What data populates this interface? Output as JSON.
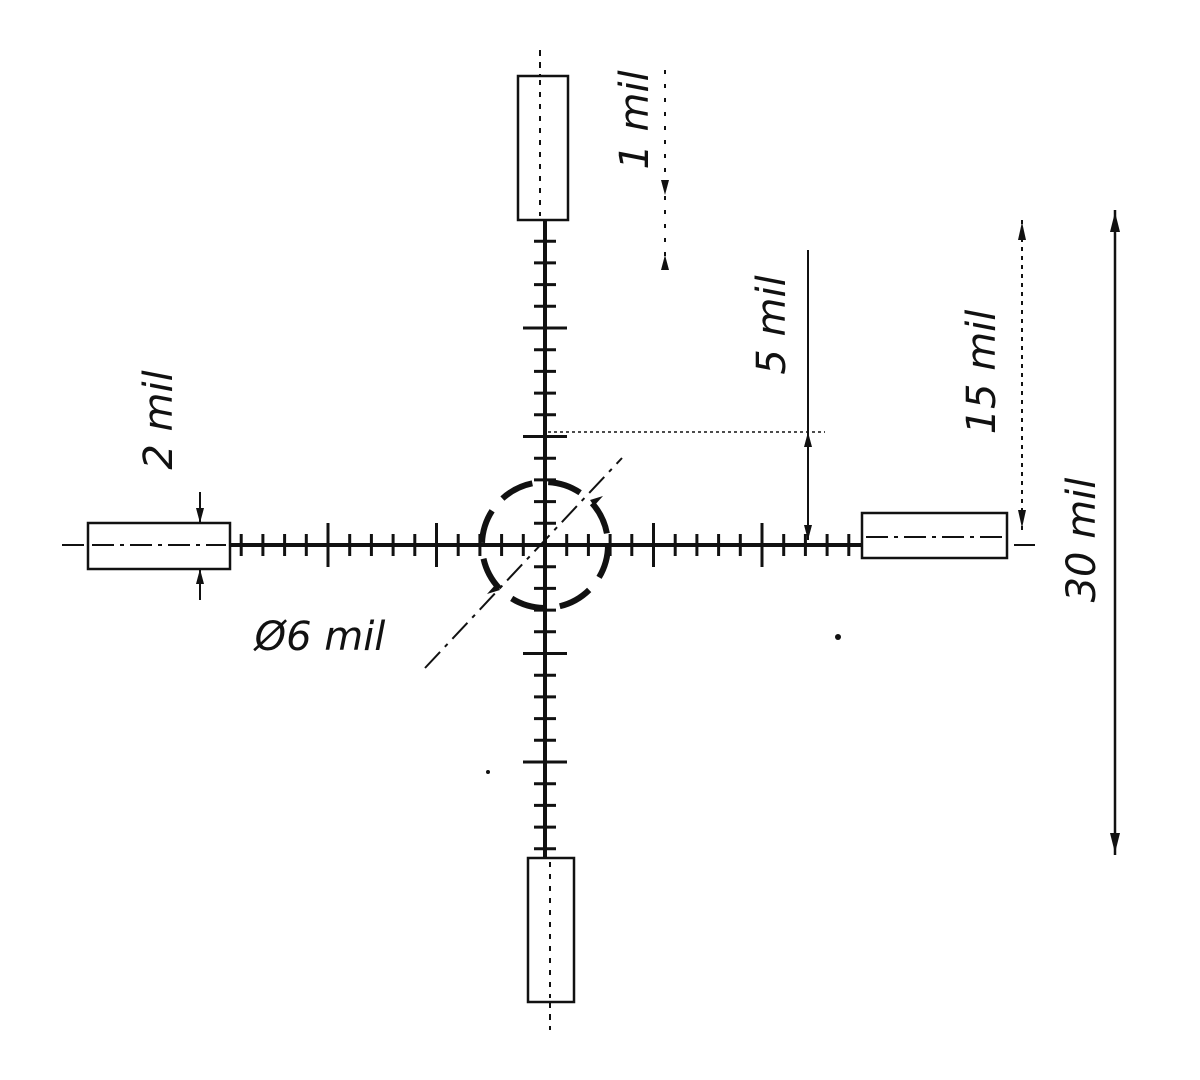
{
  "diagram": {
    "labels": {
      "one_mil": "1 mil",
      "two_mil": "2 mil",
      "five_mil": "5 mil",
      "fifteen_mil": "15 mil",
      "thirty_mil": "30 mil",
      "diameter_six_mil": "Ø6 mil"
    },
    "colors": {
      "ink": "#111111",
      "background": "#ffffff"
    }
  }
}
